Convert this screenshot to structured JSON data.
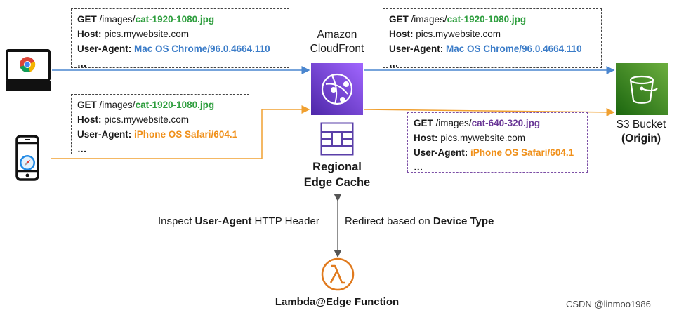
{
  "requests": {
    "top_left": {
      "get_method": "GET",
      "get_path": "/images/",
      "get_file": "cat-1920-1080.jpg",
      "host_key": "Host:",
      "host_value": "pics.mywebsite.com",
      "ua_key": "User-Agent:",
      "ua_value": "Mac OS Chrome/96.0.4664.110",
      "ellipsis": "…"
    },
    "mid_left": {
      "get_method": "GET",
      "get_path": "/images/",
      "get_file": "cat-1920-1080.jpg",
      "host_key": "Host:",
      "host_value": "pics.mywebsite.com",
      "ua_key": "User-Agent:",
      "ua_value": "iPhone OS Safari/604.1",
      "ellipsis": "…"
    },
    "top_right": {
      "get_method": "GET",
      "get_path": "/images/",
      "get_file": "cat-1920-1080.jpg",
      "host_key": "Host:",
      "host_value": "pics.mywebsite.com",
      "ua_key": "User-Agent:",
      "ua_value": "Mac OS Chrome/96.0.4664.110",
      "ellipsis": "…"
    },
    "mid_right": {
      "get_method": "GET",
      "get_path": "/images/",
      "get_file": "cat-640-320.jpg",
      "host_key": "Host:",
      "host_value": "pics.mywebsite.com",
      "ua_key": "User-Agent:",
      "ua_value": "iPhone OS Safari/604.1",
      "ellipsis": "…"
    }
  },
  "nodes": {
    "cloudfront_line1": "Amazon",
    "cloudfront_line2": "CloudFront",
    "regional_line1": "Regional",
    "regional_line2": "Edge Cache",
    "s3_line1": "S3 Bucket",
    "s3_line2": "(Origin)",
    "lambda": "Lambda@Edge Function"
  },
  "annotations": {
    "inspect_pre": "Inspect ",
    "inspect_bold": "User-Agent",
    "inspect_post": " HTTP Header",
    "redirect_pre": "Redirect based on ",
    "redirect_bold": "Device Type"
  },
  "watermark": "CSDN @linmoo1986",
  "colors": {
    "blue_line": "#4a86cf",
    "orange_line": "#f0a030",
    "cloudfront": "#6a3fd0",
    "s3": "#3f9d2f",
    "lambda": "#e07a1e"
  },
  "icons": {
    "laptop": "laptop-icon",
    "chrome": "chrome-icon",
    "phone": "phone-icon",
    "safari": "safari-icon",
    "cloudfront": "cloudfront-icon",
    "regional_cache": "regional-edge-cache-icon",
    "s3": "s3-bucket-icon",
    "lambda": "lambda-icon"
  }
}
